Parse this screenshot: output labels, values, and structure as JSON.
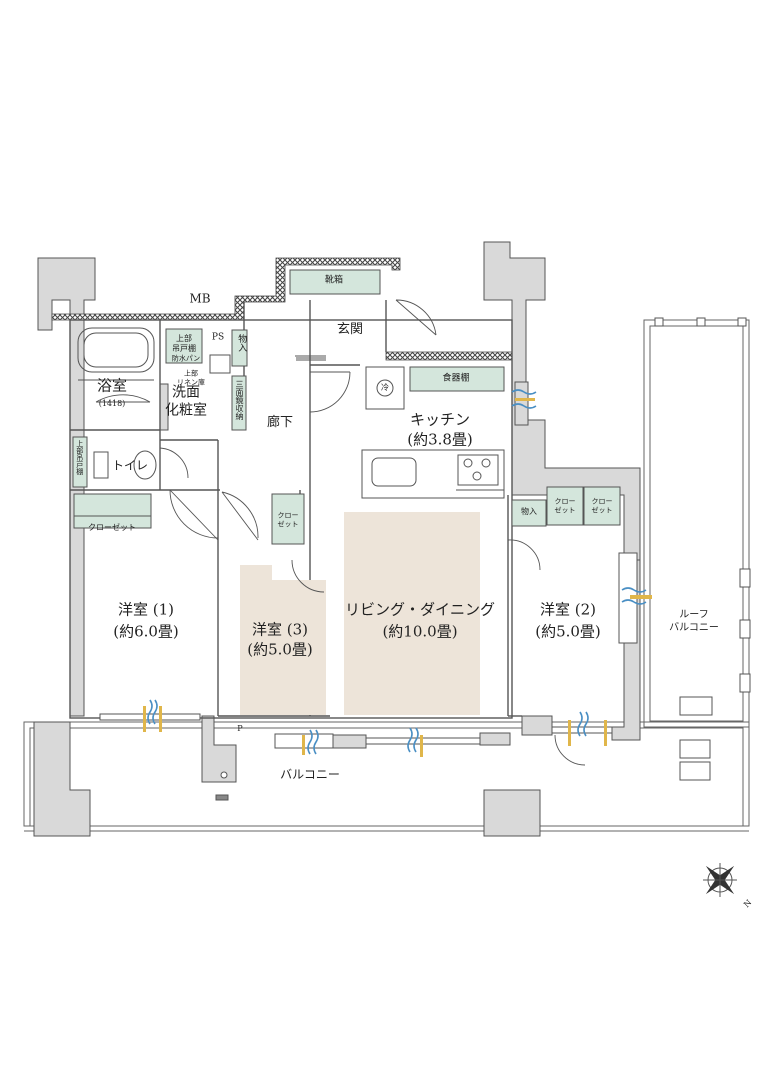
{
  "rooms": {
    "western1_name": "洋室 (1)",
    "western1_size": "(約6.0畳)",
    "western2_name": "洋室 (2)",
    "western2_size": "(約5.0畳)",
    "western3_name": "洋室 (3)",
    "western3_size": "(約5.0畳)",
    "living_name": "リビング・ダイニング",
    "living_size": "(約10.0畳)",
    "kitchen_name": "キッチン",
    "kitchen_size": "(約3.8畳)",
    "bath_name": "浴室",
    "bath_size": "(1418)",
    "washroom_name": "洗面\n化粧室",
    "hallway": "廊下",
    "entrance": "玄関",
    "toilet": "トイレ",
    "balcony": "バルコニー",
    "roof_balcony": "ルーフ\nバルコニー"
  },
  "storage": {
    "mb": "MB",
    "ps": "PS",
    "shoe_box": "靴箱",
    "cupboard": "食器棚",
    "upper_hanging": "上部\n吊戸棚",
    "waterproof_pan": "防水パン",
    "upper_linen": "上部\nリネン庫",
    "storage_small": "物入",
    "washroom_storage": "三面鏡収納",
    "toilet_upper": "上部吊戸棚",
    "closet1": "クローゼット",
    "closet3": "クロー\nゼット",
    "closet2a": "クロー\nゼット",
    "closet2b": "クロー\nゼット",
    "storage2": "物入",
    "fridge": "冷",
    "pipe_mark": "P"
  },
  "compass": {
    "north": "N"
  },
  "colors": {
    "wall": "#d9d9d9",
    "wall_line": "#555555",
    "storage_fill": "#d4e6dc",
    "floor_tint": "#ede4d9",
    "airflow_blue": "#4a8fc4",
    "airflow_gold": "#e0b64a"
  }
}
